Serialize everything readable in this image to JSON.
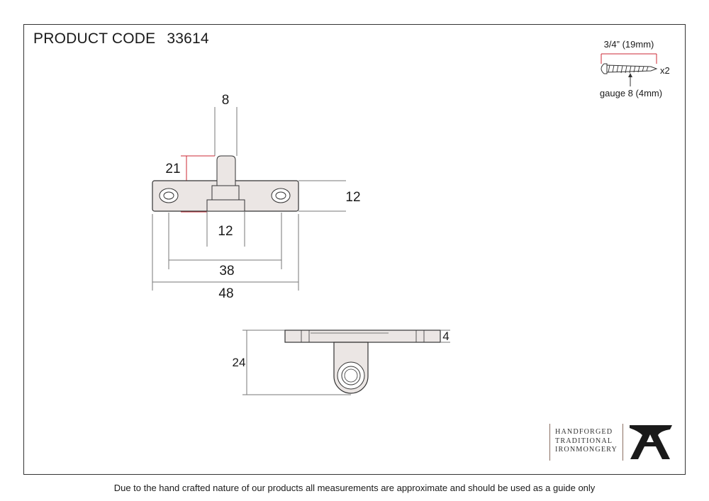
{
  "header": {
    "label": "PRODUCT CODE",
    "code": "33614"
  },
  "screw": {
    "length_label": "3/4” (19mm)",
    "quantity_label": "x2",
    "gauge_label": "gauge 8 (4mm)"
  },
  "top_view": {
    "pin_width": "8",
    "pin_height": "21",
    "plate_height": "12",
    "base_width": "12",
    "hole_spacing": "38",
    "overall_width": "48"
  },
  "side_view": {
    "plate_thickness": "4",
    "overall_height": "24"
  },
  "brand": {
    "line1": "HANDFORGED",
    "line2": "TRADITIONAL",
    "line3": "IRONMONGERY"
  },
  "footer": {
    "disclaimer": "Due to the hand crafted nature of our products all measurements are approximate and should be used as a guide only"
  },
  "colors": {
    "highlight": "#cc2a36",
    "line": "#333333",
    "fill": "#ebe6e4",
    "brand_rule": "#8a6e62"
  },
  "icons": [
    "screw-icon",
    "anvil-logo-icon"
  ]
}
